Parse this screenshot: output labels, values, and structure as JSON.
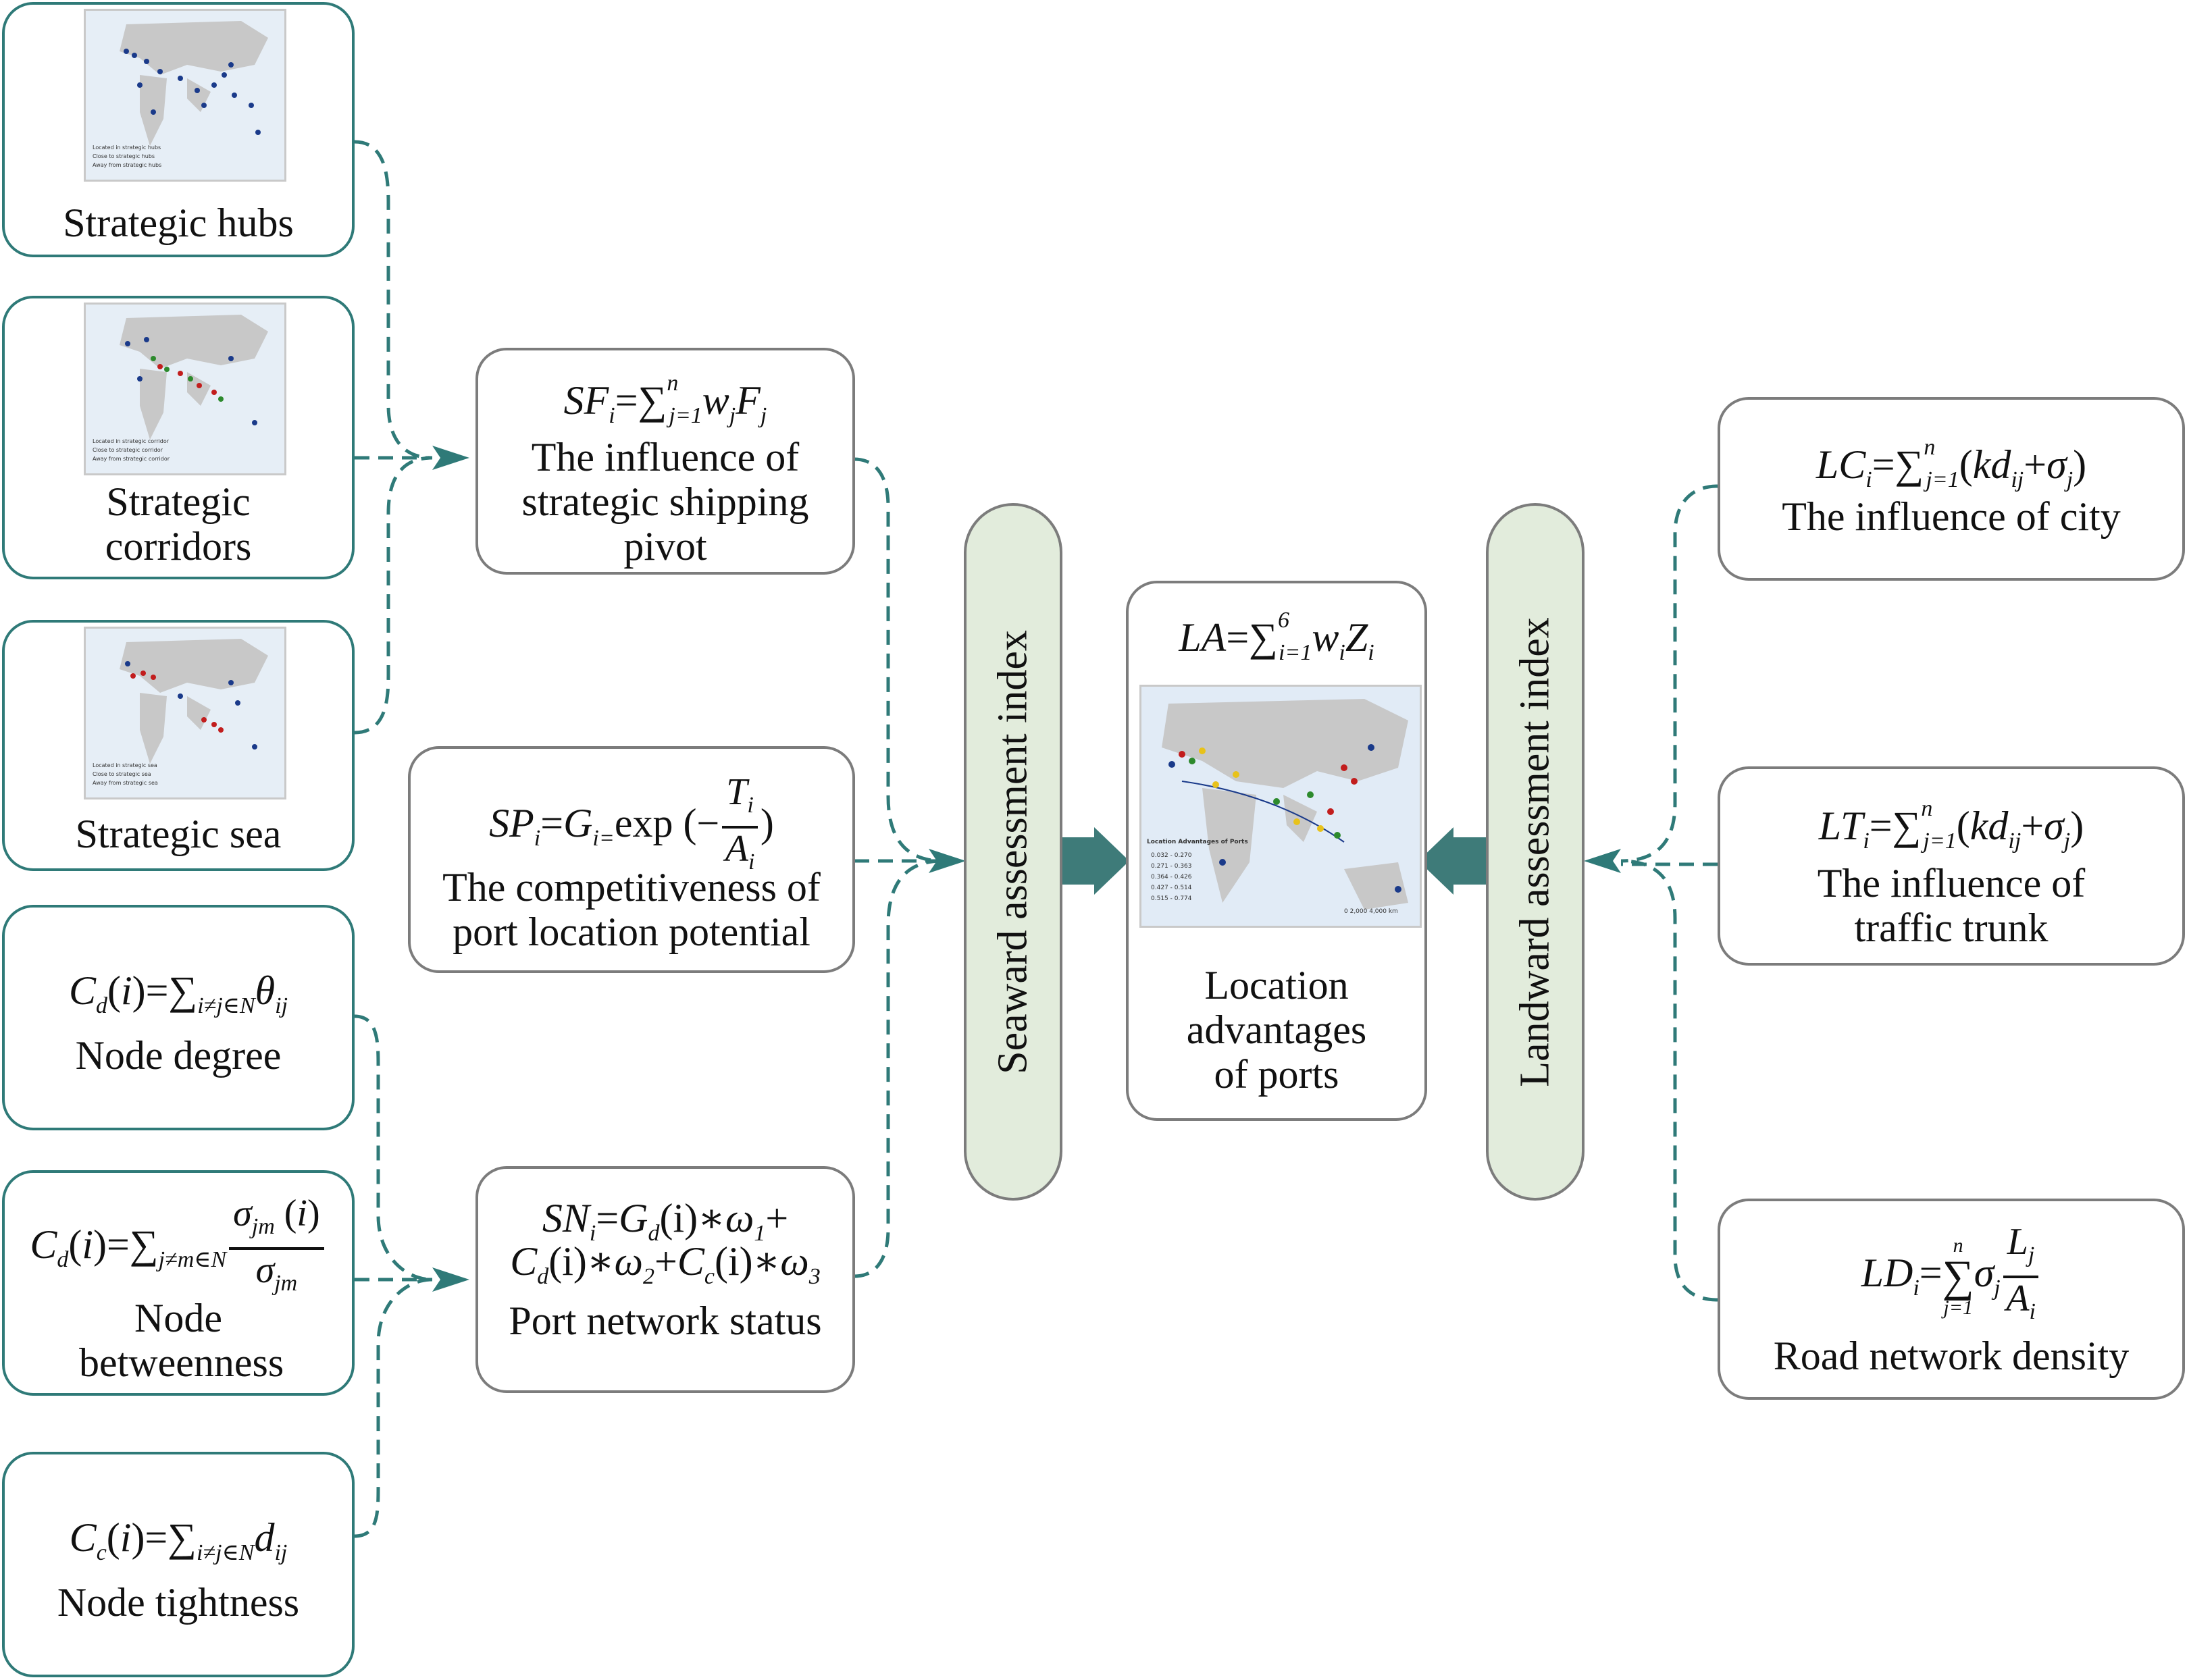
{
  "left_factors": [
    {
      "id": "hubs",
      "label": "Strategic hubs"
    },
    {
      "id": "corridors",
      "label": "Strategic corridors"
    },
    {
      "id": "sea",
      "label": "Strategic sea"
    }
  ],
  "map_legends": {
    "hubs": [
      "Located in strategic hubs",
      "Close to strategic hubs",
      "Away from strategic hubs"
    ],
    "corridors": [
      "Located in strategic corridor",
      "Close to strategic corridor",
      "Away from strategic corridor"
    ],
    "sea": [
      "Located in strategic sea",
      "Close to strategic sea",
      "Away from strategic sea"
    ]
  },
  "network_metrics": [
    {
      "id": "degree",
      "label": "Node degree"
    },
    {
      "id": "betweenness",
      "label": "Node betweenness"
    },
    {
      "id": "tightness",
      "label": "Node tightness"
    }
  ],
  "seaward_components": [
    {
      "id": "sf",
      "label": "The influence of strategic shipping pivot"
    },
    {
      "id": "sp",
      "label": "The competitiveness of port location potential"
    },
    {
      "id": "sn",
      "label": "Port network status"
    }
  ],
  "seaward_index": "Seaward assessment index",
  "center": {
    "label": "Location advantages of ports",
    "map_title": "Location Advantages of Ports",
    "map_legend": [
      "0.032 - 0.270",
      "0.271 - 0.363",
      "0.364 - 0.426",
      "0.427 - 0.514",
      "0.515 - 0.774"
    ],
    "scale_text": "0   2,000   4,000 km"
  },
  "landward_index": "Landward assessment index",
  "landward_components": [
    {
      "id": "lc",
      "label": "The influence of city"
    },
    {
      "id": "lt",
      "label": "The influence of traffic trunk"
    },
    {
      "id": "ld",
      "label": "Road network density"
    }
  ],
  "colors": {
    "connector": "#2f7a78",
    "arrow": "#3e7b79",
    "pill_fill": "#e2ecdc",
    "box_border_teal": "#2f7a78",
    "box_border_grey": "#7c7c7c",
    "map_land": "#c8c8c8",
    "map_sea": "#e6eef6",
    "port_blue": "#1a3a8a",
    "port_red": "#c21d1d",
    "port_green": "#2d8a2d",
    "port_yellow": "#e8c21a"
  }
}
